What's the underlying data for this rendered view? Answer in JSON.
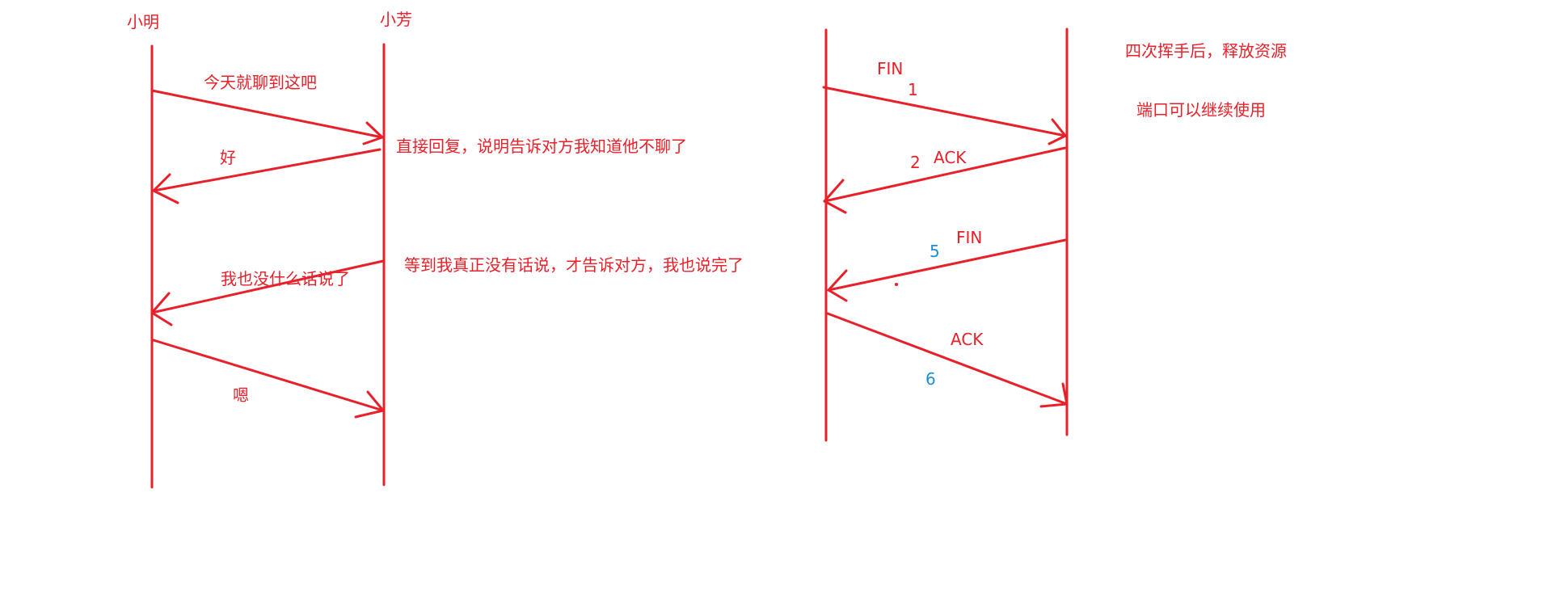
{
  "colors": {
    "ink": "#e8202a",
    "accent_numbers": "#1a8fd6",
    "background": "#ffffff"
  },
  "left": {
    "party_a": "小明",
    "party_b": "小芳",
    "msg_1": "今天就聊到这吧",
    "msg_2": "好",
    "note_2": "直接回复，说明告诉对方我知道他不聊了",
    "msg_3": "我也没什么话说了",
    "note_3": "等到我真正没有话说，才告诉对方，我也说完了",
    "msg_4": "嗯"
  },
  "right": {
    "step1_label": "FIN",
    "step1_num": "1",
    "step2_num": "2",
    "step2_label": "ACK",
    "step3_label": "FIN",
    "step3_num": "5",
    "step4_label": "ACK",
    "step4_num": "6",
    "note_1": "四次挥手后，释放资源",
    "note_2": "端口可以继续使用"
  }
}
